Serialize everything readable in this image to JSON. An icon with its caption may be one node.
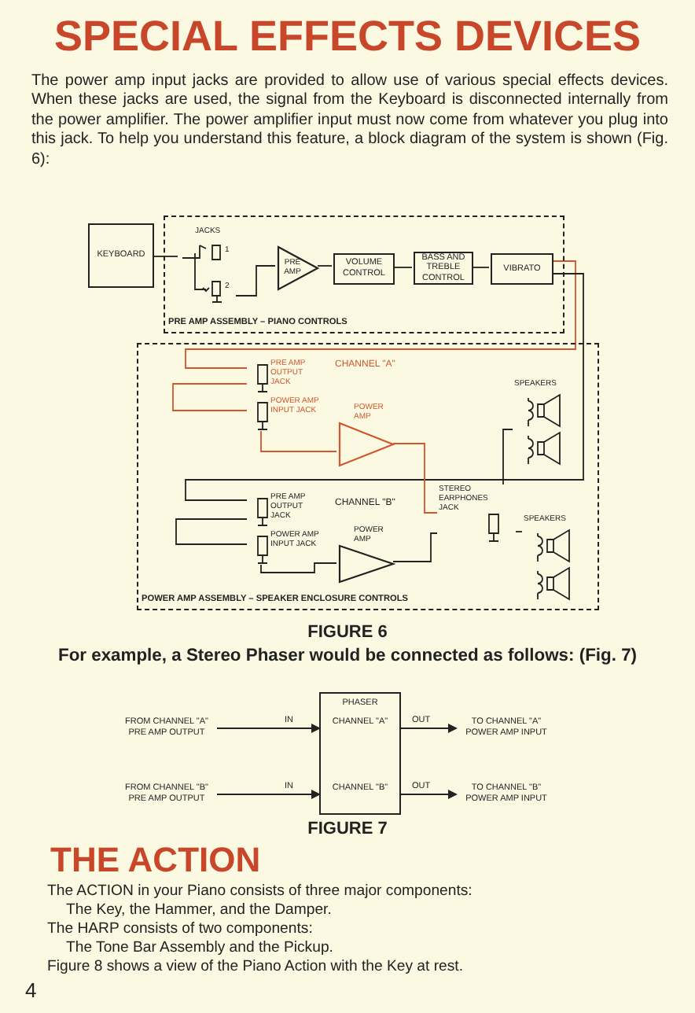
{
  "diagram": {
    "title": "SPECIAL EFFECTS DEVICES",
    "nodes": [
      {
        "text": [
          "KEYBOARD"
        ]
      },
      {
        "text": [
          "PRE AMP ASSEMBLY – PIANO CONTROLS"
        ]
      },
      {
        "text": [
          "JACKS",
          "1",
          "2"
        ],
        "in": 1
      },
      {
        "text": [
          "PRE AMP"
        ],
        "in": 1
      },
      {
        "text": [
          "VOLUME CONTROL"
        ],
        "in": 1
      },
      {
        "text": [
          "BASS AND TREBLE CONTROL"
        ],
        "in": 1
      },
      {
        "text": [
          "VIBRATO"
        ],
        "in": 1
      },
      {
        "text": [
          "POWER AMP ASSEMBLY – SPEAKER ENCLOSURE CONTROLS"
        ]
      },
      {
        "text": [
          "PRE AMP OUTPUT JACK"
        ],
        "in": 7
      },
      {
        "text": [
          "POWER AMP INPUT JACK"
        ],
        "in": 7
      },
      {
        "text": [
          "POWER AMP"
        ],
        "in": 7
      },
      {
        "text": [
          "SPEAKERS"
        ],
        "in": 7
      },
      {
        "text": [
          "STEREO EARPHONES JACK"
        ],
        "in": 7
      },
      {
        "text": [
          "PRE AMP OUTPUT JACK"
        ],
        "in": 7
      },
      {
        "text": [
          "POWER AMP INPUT JACK"
        ],
        "in": 7
      },
      {
        "text": [
          "POWER AMP"
        ],
        "in": 7
      },
      {
        "text": [
          "SPEAKERS"
        ],
        "in": 7
      },
      {
        "text": [
          "PHASER",
          "CHANNEL \"A\"",
          "CHANNEL \"B\""
        ]
      },
      {
        "text": [
          "FROM CHANNEL \"A\" PRE AMP OUTPUT"
        ]
      },
      {
        "text": [
          "TO CHANNEL \"A\" POWER AMP INPUT"
        ]
      },
      {
        "text": [
          "FROM CHANNEL \"B\" PRE AMP OUTPUT"
        ]
      },
      {
        "text": [
          "TO CHANNEL \"B\" POWER AMP INPUT"
        ]
      }
    ],
    "edges": [
      {
        "from": 0,
        "to": 2,
        "arrow": "none"
      },
      {
        "from": 2,
        "to": 3,
        "arrow": "none"
      },
      {
        "from": 3,
        "to": 4,
        "arrow": "none"
      },
      {
        "from": 4,
        "to": 5,
        "arrow": "none"
      },
      {
        "from": 5,
        "to": 6,
        "arrow": "none"
      },
      {
        "from": 6,
        "to": 8,
        "arrow": "none",
        "color": "#d2552e"
      },
      {
        "from": 6,
        "to": 13,
        "arrow": "none"
      },
      {
        "from": 8,
        "to": 9,
        "arrow": "none",
        "color": "#d2552e"
      },
      {
        "from": 9,
        "to": 10,
        "arrow": "none",
        "color": "#d2552e"
      },
      {
        "from": 10,
        "to": 12,
        "arrow": "none",
        "color": "#d2552e"
      },
      {
        "from": 12,
        "to": 11,
        "arrow": "none"
      },
      {
        "from": 13,
        "to": 14,
        "arrow": "none"
      },
      {
        "from": 14,
        "to": 15,
        "arrow": "none"
      },
      {
        "from": 15,
        "to": 12,
        "arrow": "none"
      },
      {
        "from": 12,
        "to": 16,
        "arrow": "none"
      },
      {
        "from": 18,
        "to": 17,
        "arrow": "to",
        "label": "IN"
      },
      {
        "from": 17,
        "to": 19,
        "arrow": "to",
        "label": "OUT"
      },
      {
        "from": 20,
        "to": 17,
        "arrow": "to",
        "label": "IN"
      },
      {
        "from": 17,
        "to": 21,
        "arrow": "to",
        "label": "OUT"
      }
    ],
    "labels": [
      "The power amp input jacks are provided to allow use of various special effects devices. When these jacks are used, the signal from the Keyboard is disconnected internally from the power amplifier. The power amplifier input must now come from whatever you plug into this jack. To help you understand this feature, a block diagram of the system is shown (Fig. 6):",
      "CHANNEL \"A\"",
      "CHANNEL \"B\"",
      "FIGURE 6",
      "For example, a Stereo Phaser would be connected as follows: (Fig. 7)",
      "FIGURE 7",
      "THE ACTION",
      "The ACTION in your Piano consists of three major components:",
      "The Key, the Hammer, and the Damper.",
      "The HARP consists of two components:",
      "The Tone Bar Assembly and the Pickup.",
      "Figure 8 shows a view of the Piano Action with the Key at rest.",
      "4"
    ]
  }
}
